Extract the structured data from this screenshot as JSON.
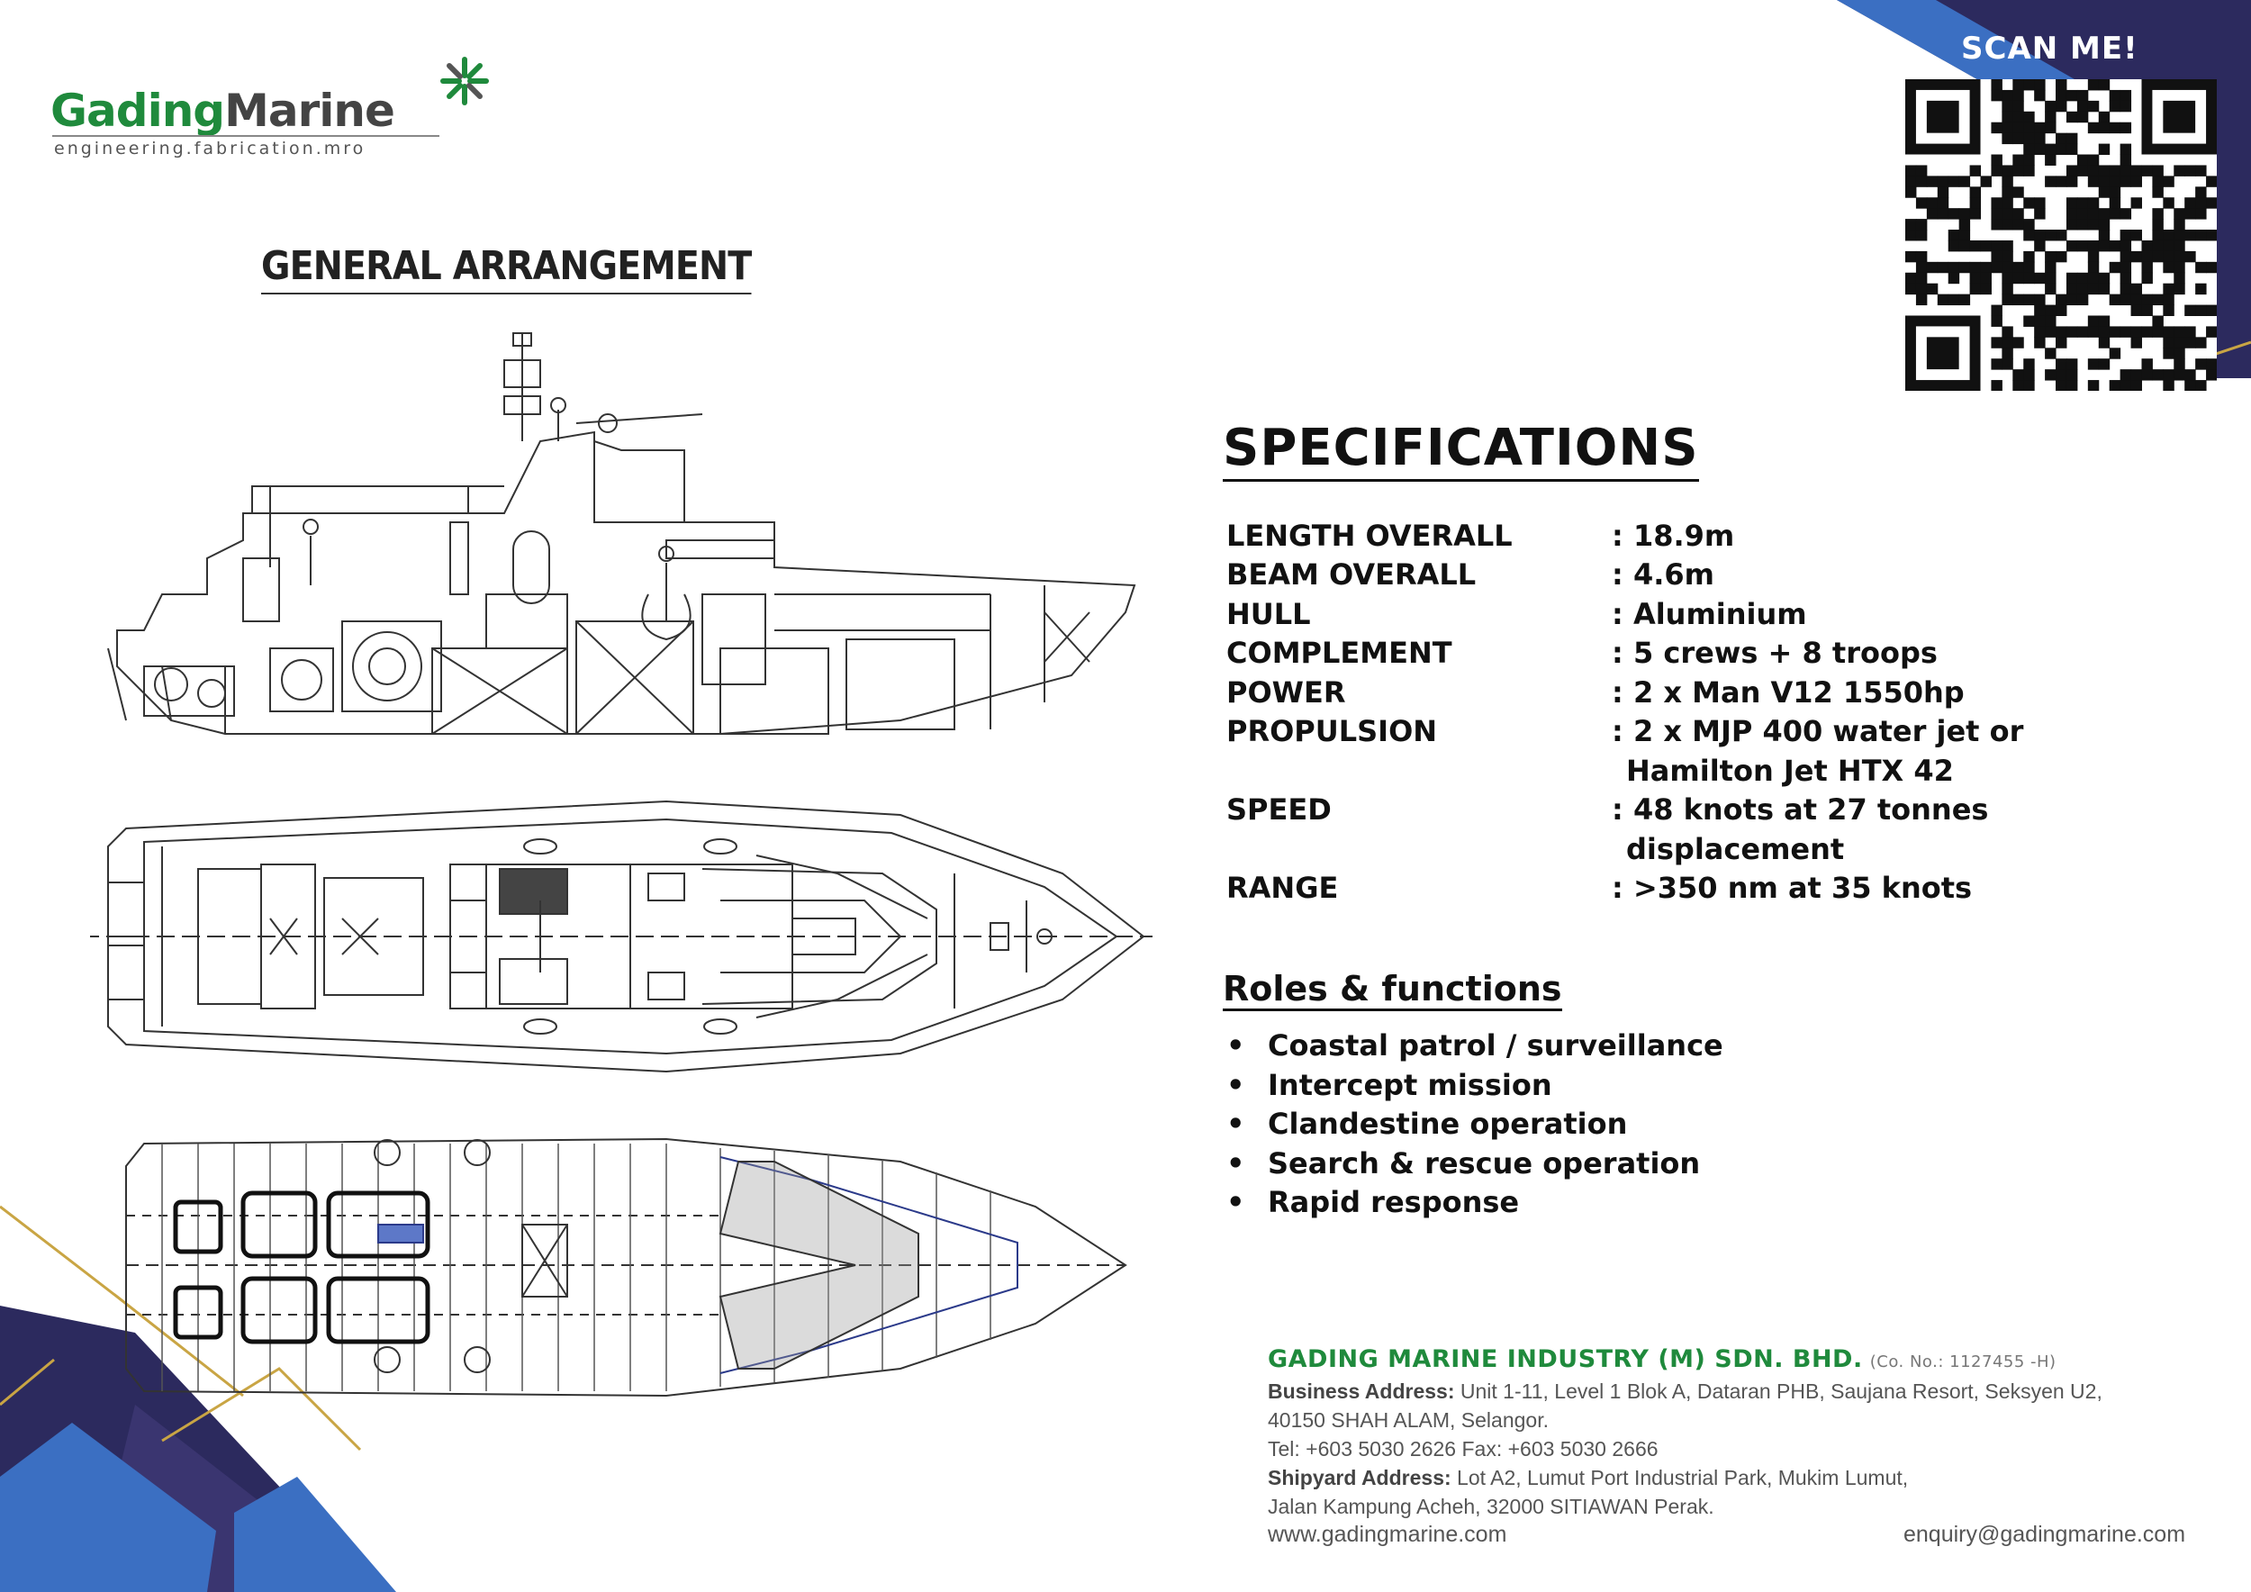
{
  "brand": {
    "name_part1": "Gading",
    "name_part2": "Marine",
    "tagline": "engineering.fabrication.mro",
    "colors": {
      "green": "#1f8a3c",
      "navy": "#2c2a5e",
      "blue": "#3b6fc2",
      "gold": "#c9a544"
    }
  },
  "qr": {
    "label": "SCAN ME!",
    "icon": "qr-code-icon"
  },
  "drawing": {
    "title": "GENERAL ARRANGEMENT"
  },
  "specifications": {
    "title": "SPECIFICATIONS",
    "rows": [
      {
        "label": "LENGTH OVERALL",
        "value": ": 18.9m"
      },
      {
        "label": "BEAM OVERALL",
        "value": ": 4.6m"
      },
      {
        "label": "HULL",
        "value": ": Aluminium"
      },
      {
        "label": "COMPLEMENT",
        "value": ": 5 crews + 8 troops"
      },
      {
        "label": "POWER",
        "value": ": 2  x Man V12 1550hp"
      },
      {
        "label": "PROPULSION",
        "value": ": 2 x MJP 400 water jet or",
        "value2": "Hamilton Jet HTX 42"
      },
      {
        "label": "SPEED",
        "value": ": 48 knots at 27 tonnes",
        "value2": "displacement"
      },
      {
        "label": "RANGE",
        "value": ": >350 nm at 35 knots"
      }
    ]
  },
  "roles": {
    "title": "Roles & functions",
    "bullet": "•",
    "items": [
      "Coastal patrol / surveillance",
      "Intercept mission",
      "Clandestine operation",
      "Search & rescue operation",
      "Rapid response"
    ]
  },
  "contact": {
    "company": "GADING MARINE INDUSTRY (M) SDN. BHD.",
    "co_no": "(Co. No.: 1127455 -H)",
    "business_label": "Business Address:",
    "business_line1": " Unit 1-11, Level 1 Blok A, Dataran PHB, Saujana Resort, Seksyen U2,",
    "business_line2": "40150 SHAH ALAM, Selangor.",
    "tel": "Tel: +603 5030 2626 Fax: +603 5030 2666",
    "shipyard_label": "Shipyard Address:",
    "shipyard_line1": " Lot A2, Lumut Port Industrial Park, Mukim Lumut,",
    "shipyard_line2": "Jalan Kampung Acheh, 32000 SITIAWAN Perak.",
    "website": "www.gadingmarine.com",
    "email": "enquiry@gadingmarine.com"
  }
}
